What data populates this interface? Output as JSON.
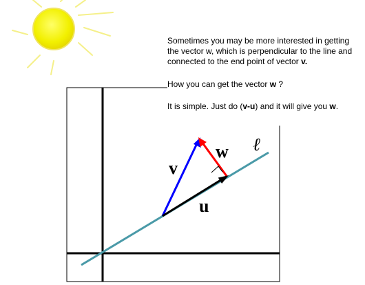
{
  "text": {
    "p1_text": "Sometimes you may be more interested in getting the vector w, which is perpendicular to the line and connected to the end point of vector ",
    "p1_bold": "v.",
    "p2_text": "How you can get the vector ",
    "p2_bold": "w",
    "p2_end": " ?",
    "p3_text": "It is simple.  Just do (",
    "p3_bold1": "v-u",
    "p3_mid": ") and it will give you ",
    "p3_bold2": "w",
    "p3_end": "."
  },
  "labels": {
    "v": "v",
    "u": "u",
    "w": "w",
    "line": "ℓ"
  },
  "colors": {
    "sun_fill": "#f2f000",
    "sun_rays": "#f5f08a",
    "v_arrow": "#0000ff",
    "w_arrow": "#ff0000",
    "u_arrow": "#000000",
    "line_l": "#4a9aa8",
    "axes": "#000000",
    "frame": "#000000"
  },
  "icons": [
    "sun-icon"
  ]
}
